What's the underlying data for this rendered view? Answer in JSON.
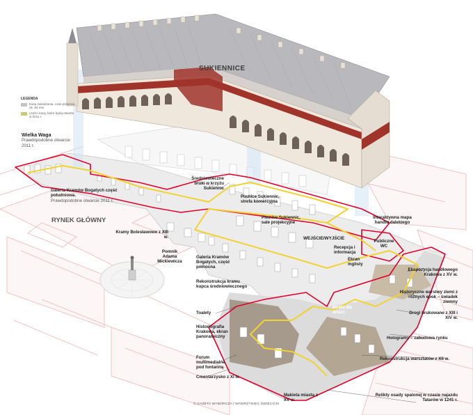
{
  "title": "SUKIENNICE",
  "market_label": "RYNEK GŁÓWNY",
  "legend": {
    "title": "LEGENDA",
    "items": [
      {
        "text": "trasa zwiedzania, czas przejścia ok. 60 min",
        "color": "#c4c4c4"
      },
      {
        "text": "części trasy, które będą otwarte w 2011 r.",
        "color": "#c9c97a"
      }
    ]
  },
  "labels": {
    "wielka_waga": {
      "title": "Wielka Waga",
      "sub": "Prawdopodobne otwarcie 2011 r."
    },
    "galeria_poludniowa": {
      "title": "Galeria Kramów Bogatych część południowa.",
      "sub": "Prawdopodobne otwarcie 2011 r."
    },
    "sredniowieczne_bruki": "Średniowieczne bruki w krzyżu Sukiennic",
    "piwnice_komercyjna": "Piwnice Sukiennic, strefa komercyjna",
    "piwnice_projekcyjne": "Piwnice Sukiennic, sale projekcyjne",
    "wejscie": "WEJŚCIE/WYJŚCIE",
    "mapa_handlu": "Interaktywna mapa handlu dalekiego",
    "wc": "Publiczne WC",
    "recepcja": "Recepcja i informacja",
    "ekran": "Ekran mglisty",
    "kramy": "Kramy Bolesławowe z XIII w.",
    "pomnik": "Pomnik Adama Mickiewicza",
    "galeria_polnocna": "Galeria Kramów Bogatych, część północna",
    "rekonstrukcja_kramu": "Rekonstrukcja kramu kupca średniowiecznego",
    "toalety": "Toalety",
    "historiografia": "Historiografia Krakowa, ekran panoramiczny",
    "forum": "Forum multimedialne pod fontanną",
    "cmentarzysko": "Cmentarzysko z XI w.",
    "makieta": "Makieta miasta z XV w.",
    "strefa_dzieci": "Strefa dla dzieci",
    "ekspozycja": "Ekspozycja handlowego Krakowa z XV w.",
    "warstwy": "Historyczne warstwy ziemi z różnych epok – świadek ziemny",
    "drogi": "Drogi brukowane z XIII i XIV w.",
    "hologramy": "Hologramy – zabudowa rynku",
    "warsztaty": "Rekonstrukcja warsztatów z XII w.",
    "relikty": "Relikty osady spalonej w czasie najazdu Tatarów w 1241 r."
  },
  "credit": "© GAZETA WYBORCZA / WAWRZYNIEC ŚWIĘCICKI",
  "colors": {
    "red_outline": "#e0002a",
    "route_yellow": "#f2d230",
    "plaza_lines": "#f0b8b8",
    "roof": "#b9b9bd",
    "facade": "#efe6dc",
    "brick": "#a0342b"
  }
}
